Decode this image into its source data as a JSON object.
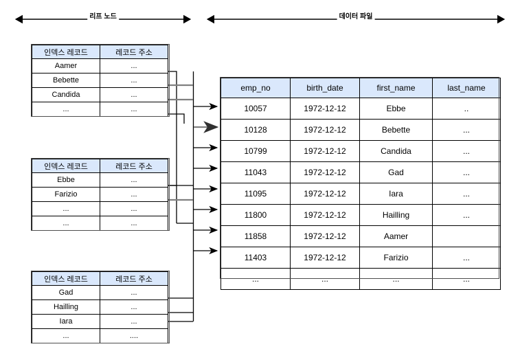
{
  "title": "B-Tree leaf node to data file mapping diagram",
  "sections": {
    "left_label": "리프 노드",
    "right_label": "데이터 파일"
  },
  "index_tables": [
    {
      "name": "leaf-node-1",
      "headers": [
        "인덱스 레코드",
        "레코드 주소"
      ],
      "rows": [
        [
          "Aamer",
          "..."
        ],
        [
          "Bebette",
          "..."
        ],
        [
          "Candida",
          "..."
        ],
        [
          "...",
          "..."
        ]
      ]
    },
    {
      "name": "leaf-node-2",
      "headers": [
        "인덱스 레코드",
        "레코드 주소"
      ],
      "rows": [
        [
          "Ebbe",
          "..."
        ],
        [
          "Farizio",
          "..."
        ],
        [
          "...",
          "..."
        ],
        [
          "...",
          "..."
        ]
      ]
    },
    {
      "name": "leaf-node-3",
      "headers": [
        "인덱스 레코드",
        "레코드 주소"
      ],
      "rows": [
        [
          "Gad",
          "..."
        ],
        [
          "Hailling",
          "..."
        ],
        [
          "Iara",
          "..."
        ],
        [
          "...",
          "...."
        ]
      ]
    }
  ],
  "data_table": {
    "name": "data-file",
    "headers": [
      "emp_no",
      "birth_date",
      "first_name",
      "last_name"
    ],
    "rows": [
      [
        "10057",
        "1972-12-12",
        "Ebbe",
        ".."
      ],
      [
        "10128",
        "1972-12-12",
        "Bebette",
        "..."
      ],
      [
        "10799",
        "1972-12-12",
        "Candida",
        "..."
      ],
      [
        "11043",
        "1972-12-12",
        "Gad",
        "..."
      ],
      [
        "11095",
        "1972-12-12",
        "Iara",
        "..."
      ],
      [
        "11800",
        "1972-12-12",
        "Hailling",
        "..."
      ],
      [
        "11858",
        "1972-12-12",
        "Aamer",
        ""
      ],
      [
        "11403",
        "1972-12-12",
        "Farizio",
        "..."
      ],
      [
        "...",
        "...",
        "...",
        "..."
      ]
    ]
  },
  "colors": {
    "header_fill": "#dae8fc",
    "border": "#000000",
    "frame": "#4d4d4d",
    "wire": "#000000",
    "wire_highlight": "#808080",
    "background": "#ffffff"
  }
}
